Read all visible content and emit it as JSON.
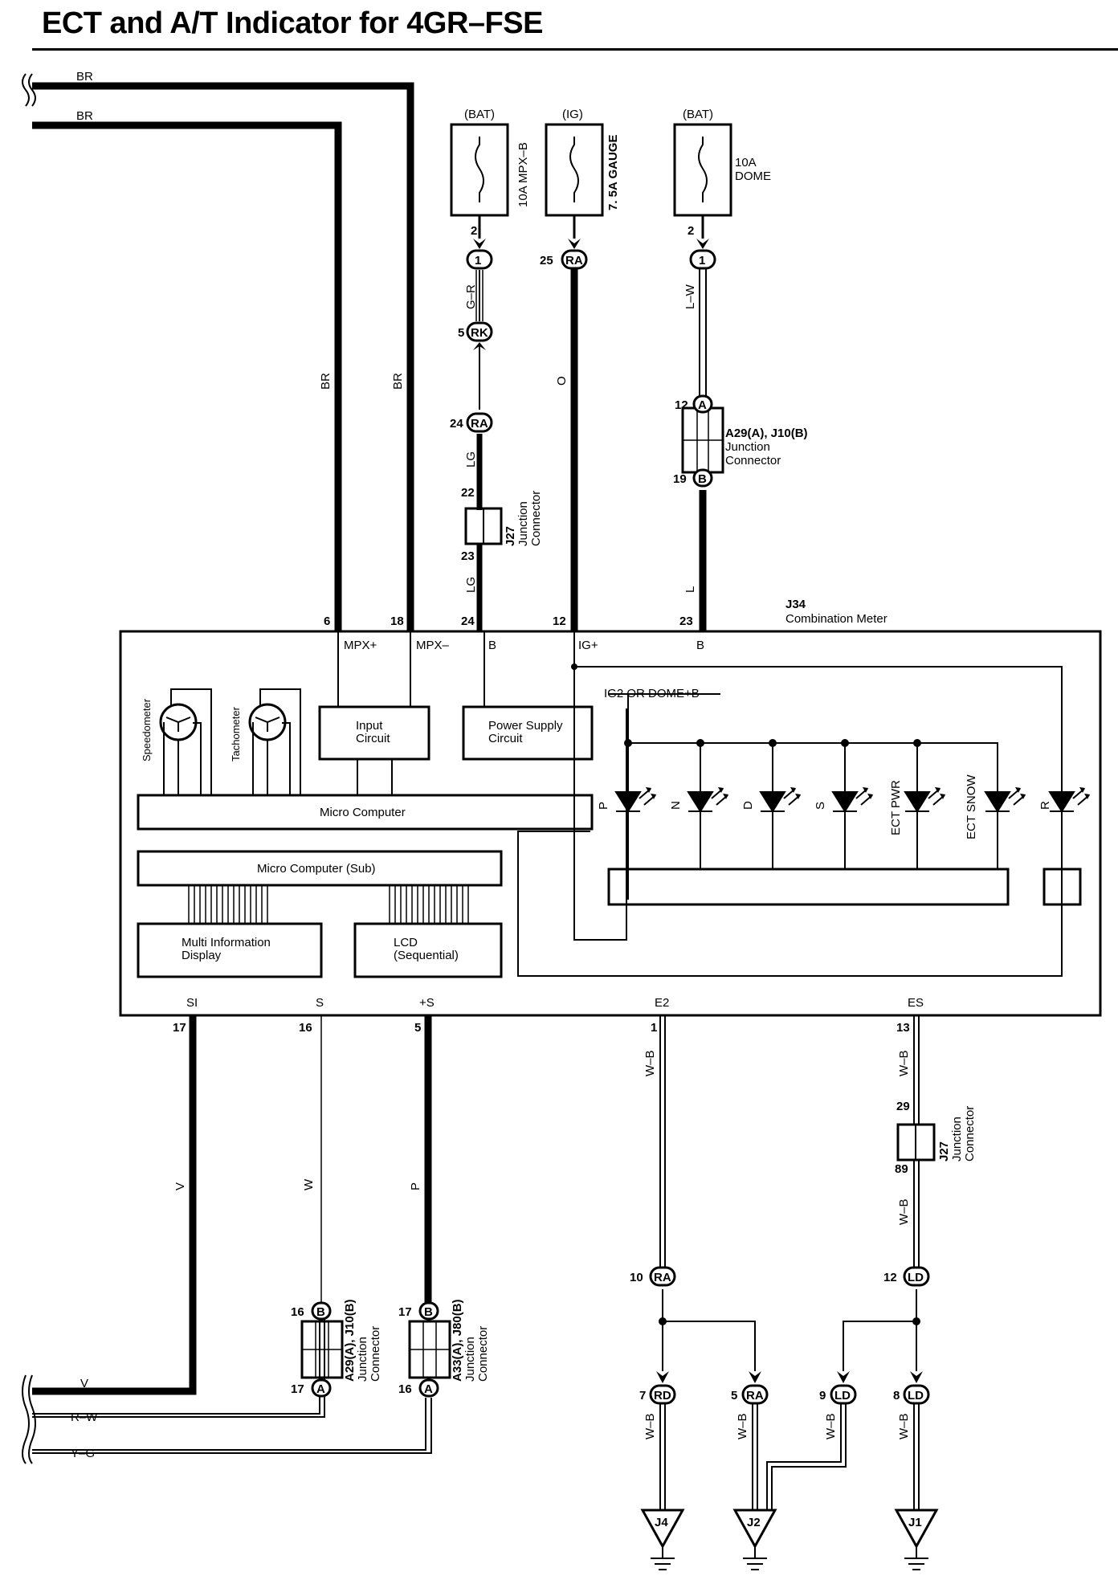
{
  "title": "ECT and A/T Indicator for 4GR–FSE",
  "left_wires": {
    "top1": "BR",
    "top2": "BR",
    "bottom1": "V",
    "bottom2": "R–W",
    "bottom3": "Y–G"
  },
  "fuses": [
    {
      "source": "(BAT)",
      "name": "10A MPX–B"
    },
    {
      "source": "(IG)",
      "name": "7. 5A GAUGE"
    },
    {
      "source": "(BAT)",
      "name_line1": "10A",
      "name_line2": "DOME"
    }
  ],
  "connectors": {
    "c1": "1",
    "rk": "RK",
    "ra": "RA",
    "ra2": "RA",
    "c1b": "1",
    "a": "A",
    "b": "B",
    "ld": "LD",
    "rd": "RD",
    "b_small": "B",
    "a_small": "A"
  },
  "pins": {
    "p2a": "2",
    "p5": "5",
    "p24a": "24",
    "p22": "22",
    "p23a": "23",
    "p25": "25",
    "p2b": "2",
    "p12a": "12",
    "p19": "19",
    "p6": "6",
    "p18": "18",
    "p24b": "24",
    "p12b": "12",
    "p23b": "23",
    "p17a": "17",
    "p16a": "16",
    "p5b": "5",
    "p1": "1",
    "p13": "13",
    "p29": "29",
    "p89": "89",
    "p10": "10",
    "p12c": "12",
    "p16b": "16",
    "p17b": "17",
    "p17c": "17",
    "p16c": "16",
    "p7": "7",
    "p5c": "5",
    "p9": "9",
    "p8": "8"
  },
  "wire_colors": {
    "gr": "G–R",
    "lg1": "LG",
    "lg2": "LG",
    "o": "O",
    "lw": "L–W",
    "l": "L",
    "br1": "BR",
    "br2": "BR",
    "v": "V",
    "w": "W",
    "p": "P",
    "wb1": "W–B",
    "wb2": "W–B",
    "wb3": "W–B",
    "wb4": "W–B",
    "wb5": "W–B",
    "wb6": "W–B"
  },
  "junctions": {
    "j27a_name": "J27",
    "j27a_l1": "Junction",
    "j27a_l2": "Connector",
    "a29_name": "A29(A), J10(B)",
    "a29_l1": "Junction",
    "a29_l2": "Connector",
    "j27b_name": "J27",
    "j27b_l1": "Junction",
    "j27b_l2": "Connector",
    "a29b_name": "A29(A), J10(B)",
    "a29b_l1": "Junction",
    "a29b_l2": "Connector",
    "a33_name": "A33(A), J80(B)",
    "a33_l1": "Junction",
    "a33_l2": "Connector"
  },
  "meter": {
    "code": "J34",
    "name": "Combination Meter",
    "terms_top": {
      "mpxp": "MPX+",
      "mpxm": "MPX–",
      "b": "B",
      "igp": "IG+",
      "b2": "B"
    },
    "terms_bottom": {
      "si": "SI",
      "s": "S",
      "ps": "+S",
      "e2": "E2",
      "es": "ES"
    },
    "speedometer": "Speedometer",
    "tachometer": "Tachometer",
    "input_circuit_l1": "Input",
    "input_circuit_l2": "Circuit",
    "power_supply_l1": "Power Supply",
    "power_supply_l2": "Circuit",
    "micro_computer": "Micro Computer",
    "micro_computer_sub": "Micro Computer (Sub)",
    "mid_l1": "Multi Information",
    "mid_l2": "Display",
    "lcd_l1": "LCD",
    "lcd_l2": "(Sequential)",
    "ig2": "IG2 OR DOME+B",
    "leds": [
      "P",
      "N",
      "D",
      "S",
      "ECT PWR",
      "ECT SNOW",
      "R"
    ]
  },
  "grounds": [
    "J4",
    "J2",
    "J1"
  ]
}
